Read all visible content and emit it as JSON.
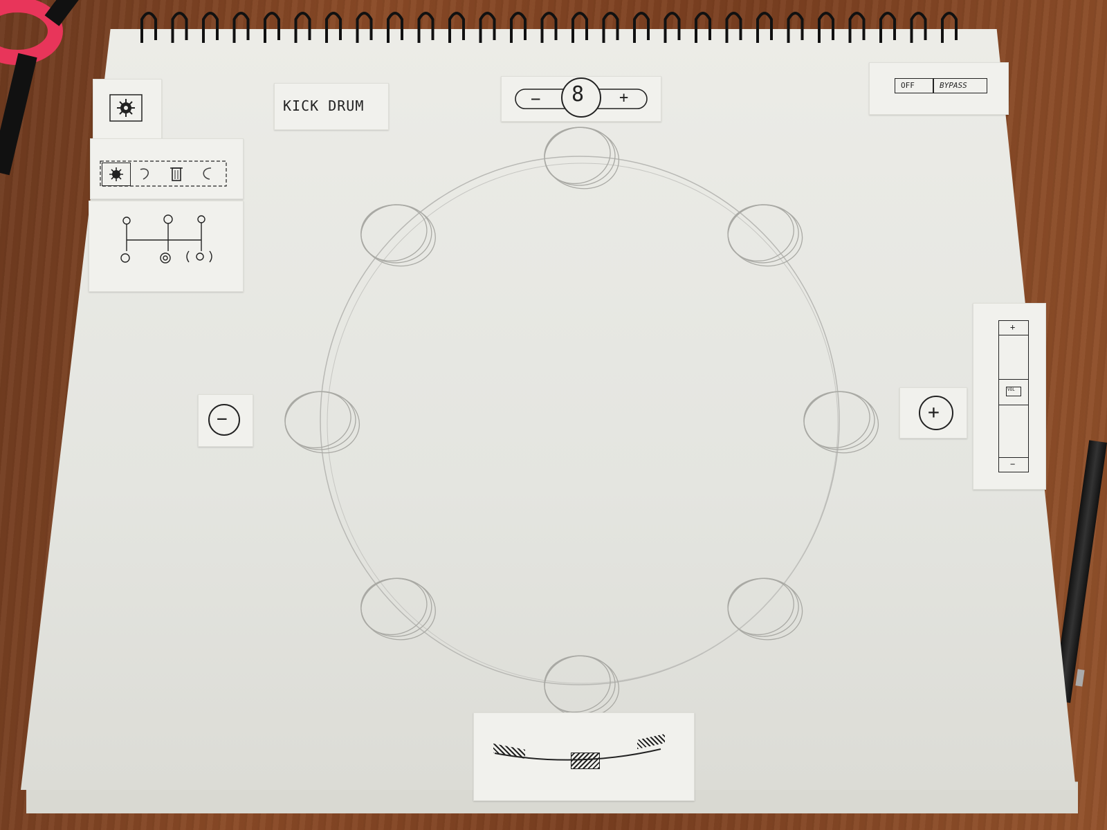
{
  "header": {
    "instrument_name": "KICK DRUM",
    "step_count": "8",
    "stepper_minus": "−",
    "stepper_plus": "+",
    "toggle_off": "OFF",
    "toggle_bypass": "BYPASS"
  },
  "side_controls": {
    "remove_label": "−",
    "add_label": "+"
  },
  "volume_slider": {
    "plus_label": "+",
    "minus_label": "−",
    "thumb_label": "VOL"
  },
  "sequencer": {
    "pad_count": 8
  }
}
